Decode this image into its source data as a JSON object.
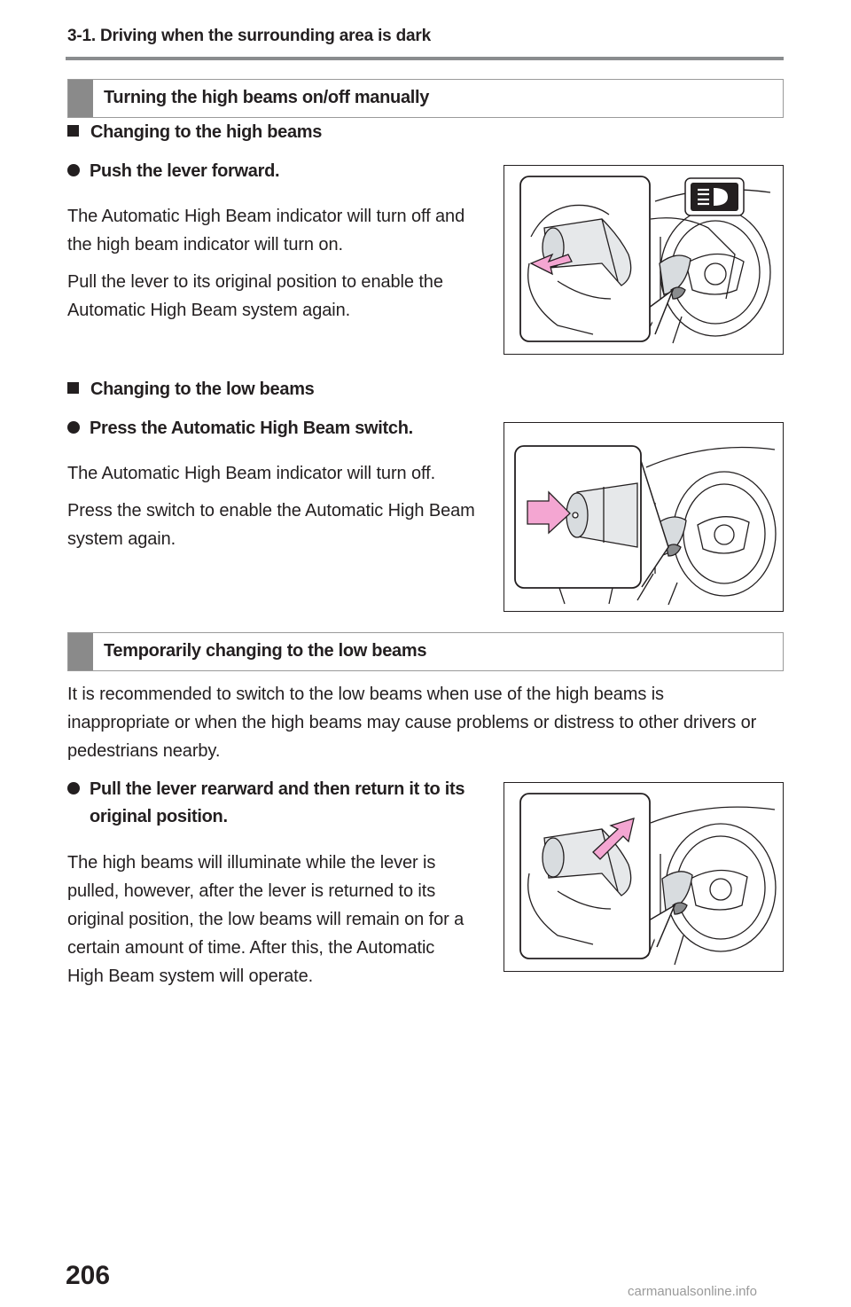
{
  "header": {
    "running_head": "3-1. Driving when the surrounding area is dark"
  },
  "section1": {
    "title": "Turning the high beams on/off manually",
    "sub1": {
      "heading": "Changing to the high beams",
      "bullet": "Push the lever forward.",
      "para1": "The Automatic High Beam indicator will turn off and the high beam indicator will turn on.",
      "para2": "Pull the lever to its original position to enable the Automatic High Beam system again."
    },
    "sub2": {
      "heading": "Changing to the low beams",
      "bullet": "Press the Automatic High Beam switch.",
      "para1": "The Automatic High Beam indicator will turn off.",
      "para2": "Press the switch to enable the Automatic High Beam system again."
    }
  },
  "section2": {
    "title": "Temporarily changing to the low beams",
    "intro": "It is recommended to switch to the low beams when use of the high beams is inappropriate or when the high beams may cause problems or distress to other drivers or pedestrians nearby.",
    "bullet_line1": "Pull the lever rearward and then return it to its",
    "bullet_line2": "original position.",
    "para": "The high beams will illuminate while the lever is pulled, however, after the lever is returned to its original position, the low beams will remain on for a certain amount of time. After this, the Automatic High Beam system will operate."
  },
  "figures": {
    "fig1_icon": "high-beam-indicator-icon",
    "arrow_color": "#f4a6d2",
    "arrow_stroke": "#231f20"
  },
  "footer": {
    "page_number": "206",
    "watermark": "carmanualsonline.info"
  }
}
